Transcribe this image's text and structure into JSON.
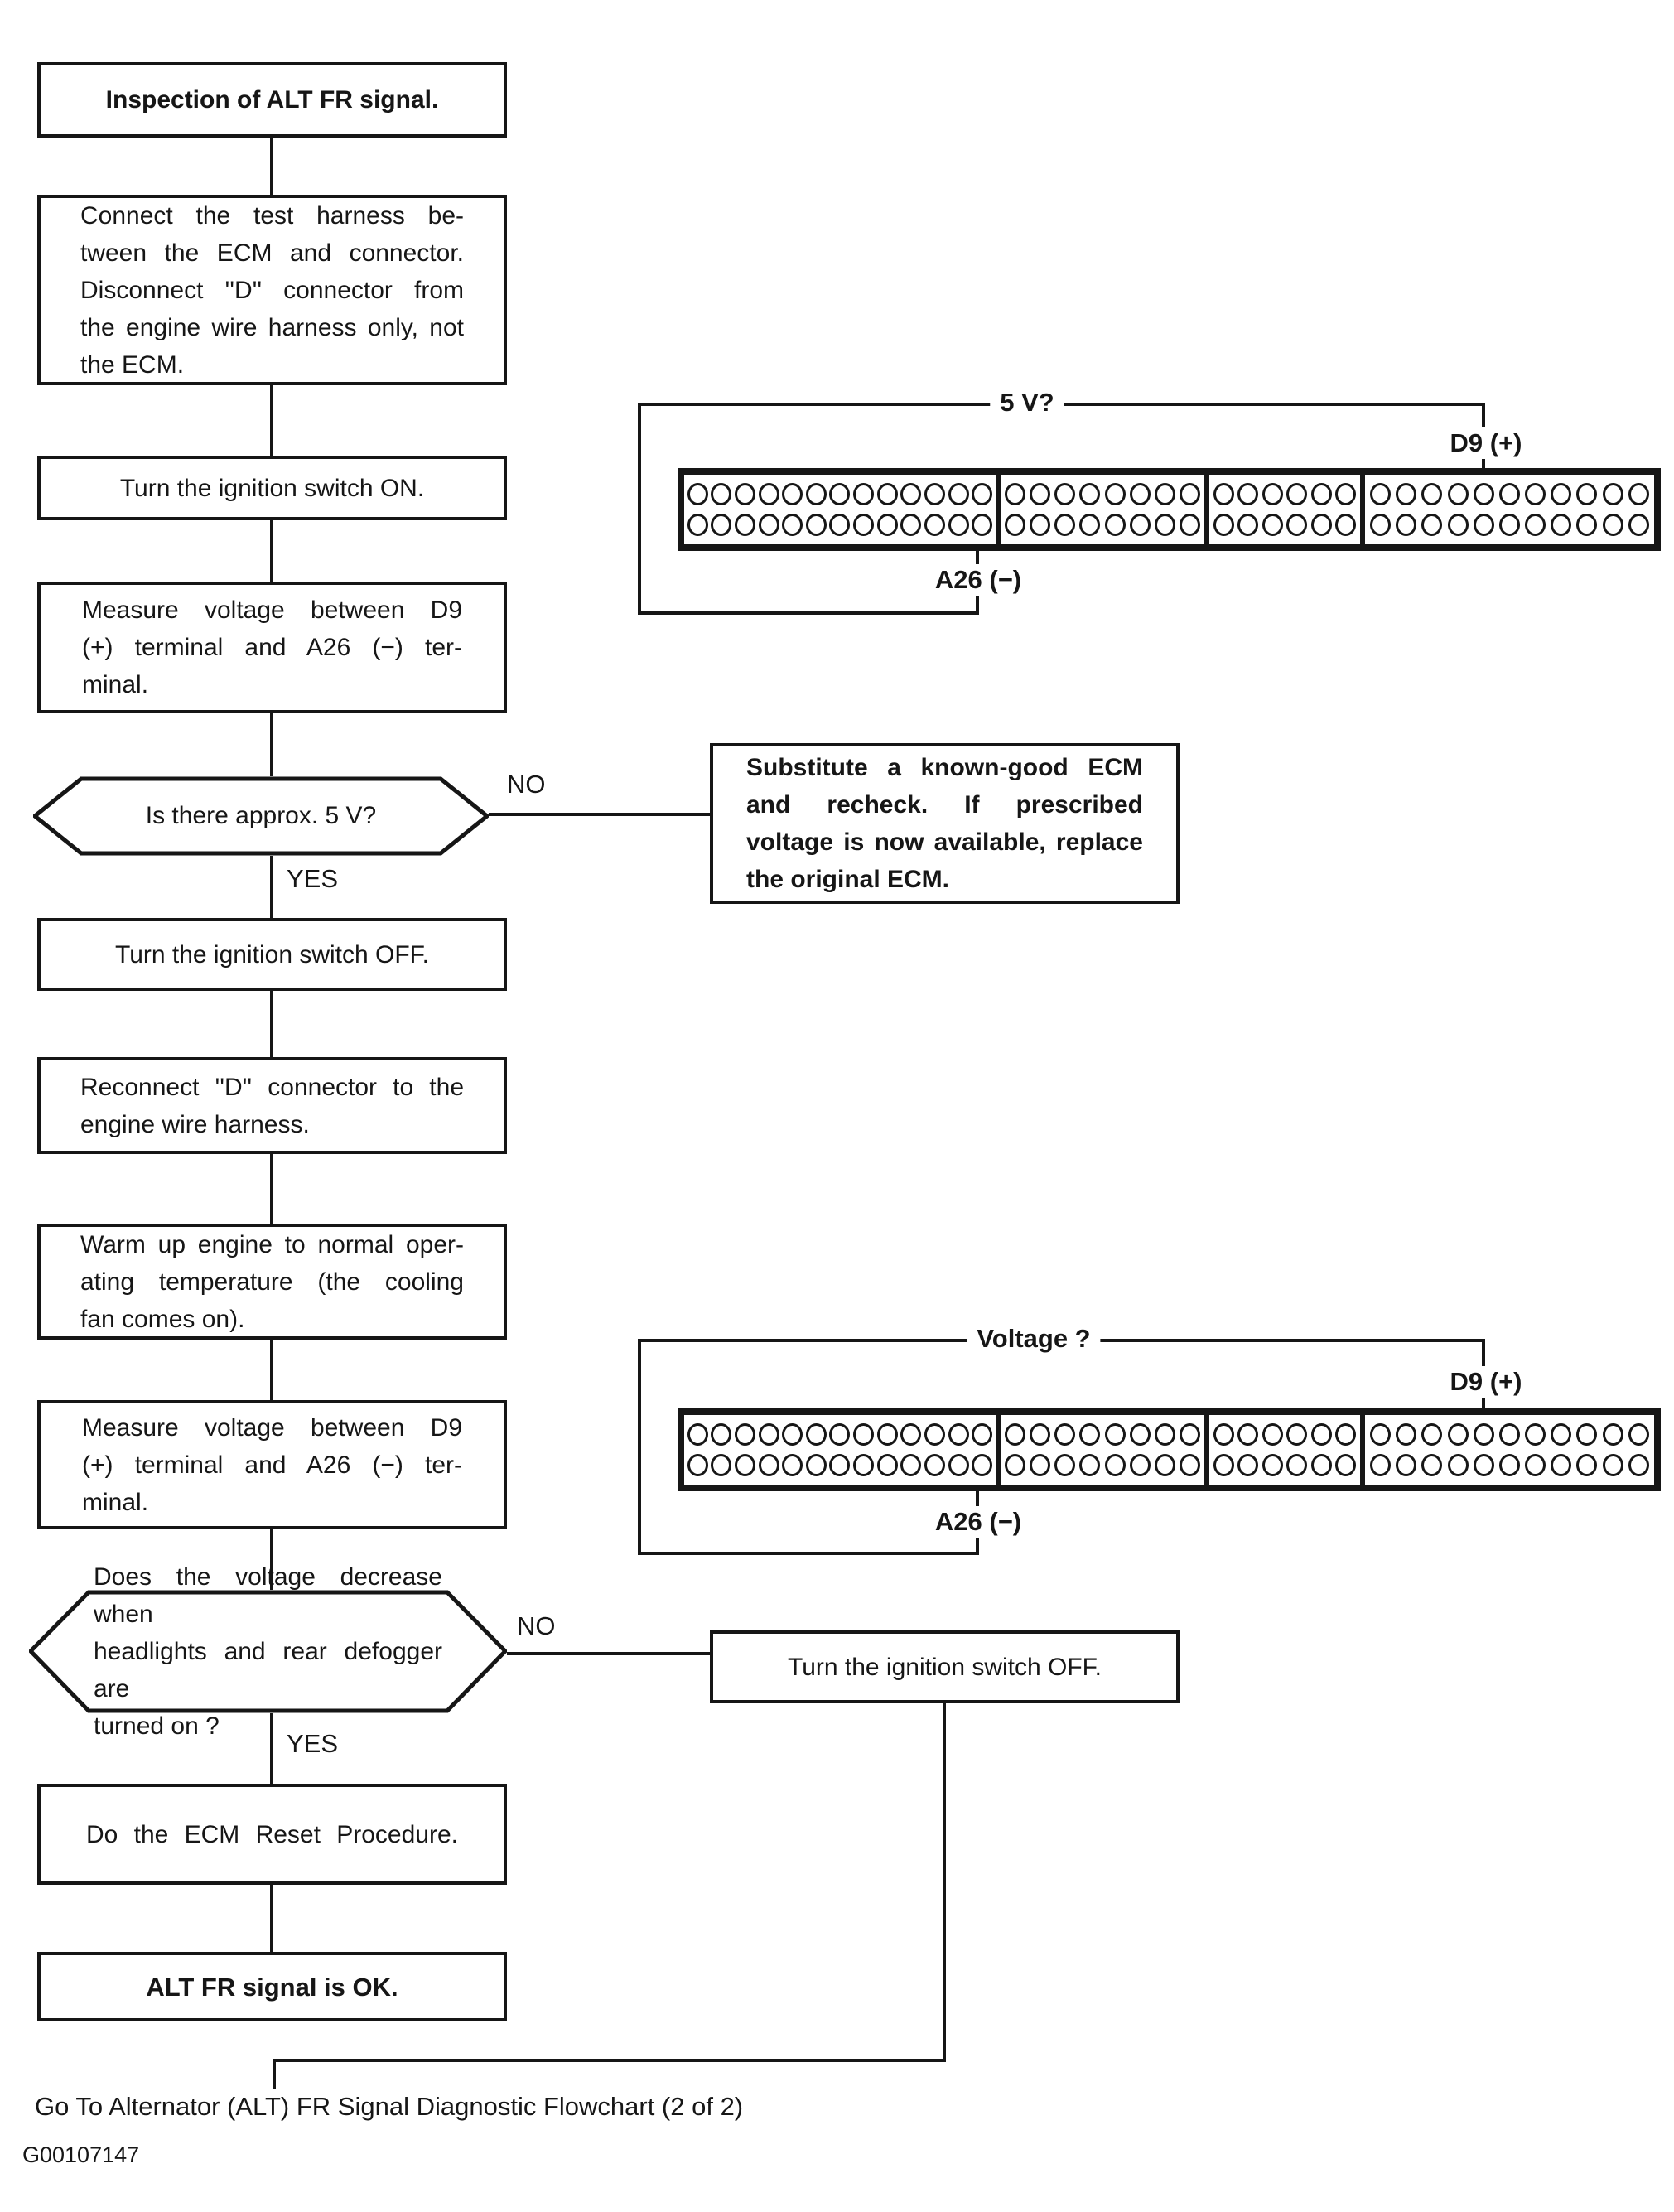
{
  "flowchart": {
    "title": "Inspection of ALT FR signal.",
    "steps": {
      "connect": "Connect the test harness be-\ntween the ECM and connector.\nDisconnect ''D'' connector from\nthe engine wire harness only, not\nthe ECM.",
      "ignition_on": "Turn the ignition switch ON.",
      "measure1": "Measure voltage between D9\n(+) terminal and A26 (−) ter-\nminal.",
      "decision1": "Is there approx. 5 V?",
      "substitute": "Substitute a known-good ECM\nand recheck. If prescribed\nvoltage is now available, replace\nthe original ECM.",
      "ignition_off": "Turn the ignition switch OFF.",
      "reconnect": "Reconnect ''D'' connector to the\nengine wire harness.",
      "warm_up": "Warm up engine to normal oper-\nating temperature (the cooling\nfan comes on).",
      "measure2": "Measure voltage between D9\n(+) terminal and A26 (−) ter-\nminal.",
      "decision2": "Does the voltage decrease when\nheadlights and rear defogger are\nturned on ?",
      "ignition_off2": "Turn the ignition switch OFF.",
      "ecm_reset": "Do the ECM Reset Procedure.",
      "ok": "ALT FR signal is OK."
    },
    "branch_labels": {
      "yes": "YES",
      "no": "NO"
    },
    "connectors": [
      {
        "question": "5 V?",
        "positive": "D9 (+)",
        "negative": "A26 (−)",
        "sections": [
          13,
          8,
          6,
          11
        ]
      },
      {
        "question": "Voltage ?",
        "positive": "D9 (+)",
        "negative": "A26 (−)",
        "sections": [
          13,
          8,
          6,
          11
        ]
      }
    ],
    "footer": {
      "caption": "Go To Alternator (ALT) FR Signal Diagnostic Flowchart (2 of 2)",
      "figure_id": "G00107147"
    },
    "colors": {
      "ink": "#161616",
      "paper": "#ffffff"
    }
  }
}
